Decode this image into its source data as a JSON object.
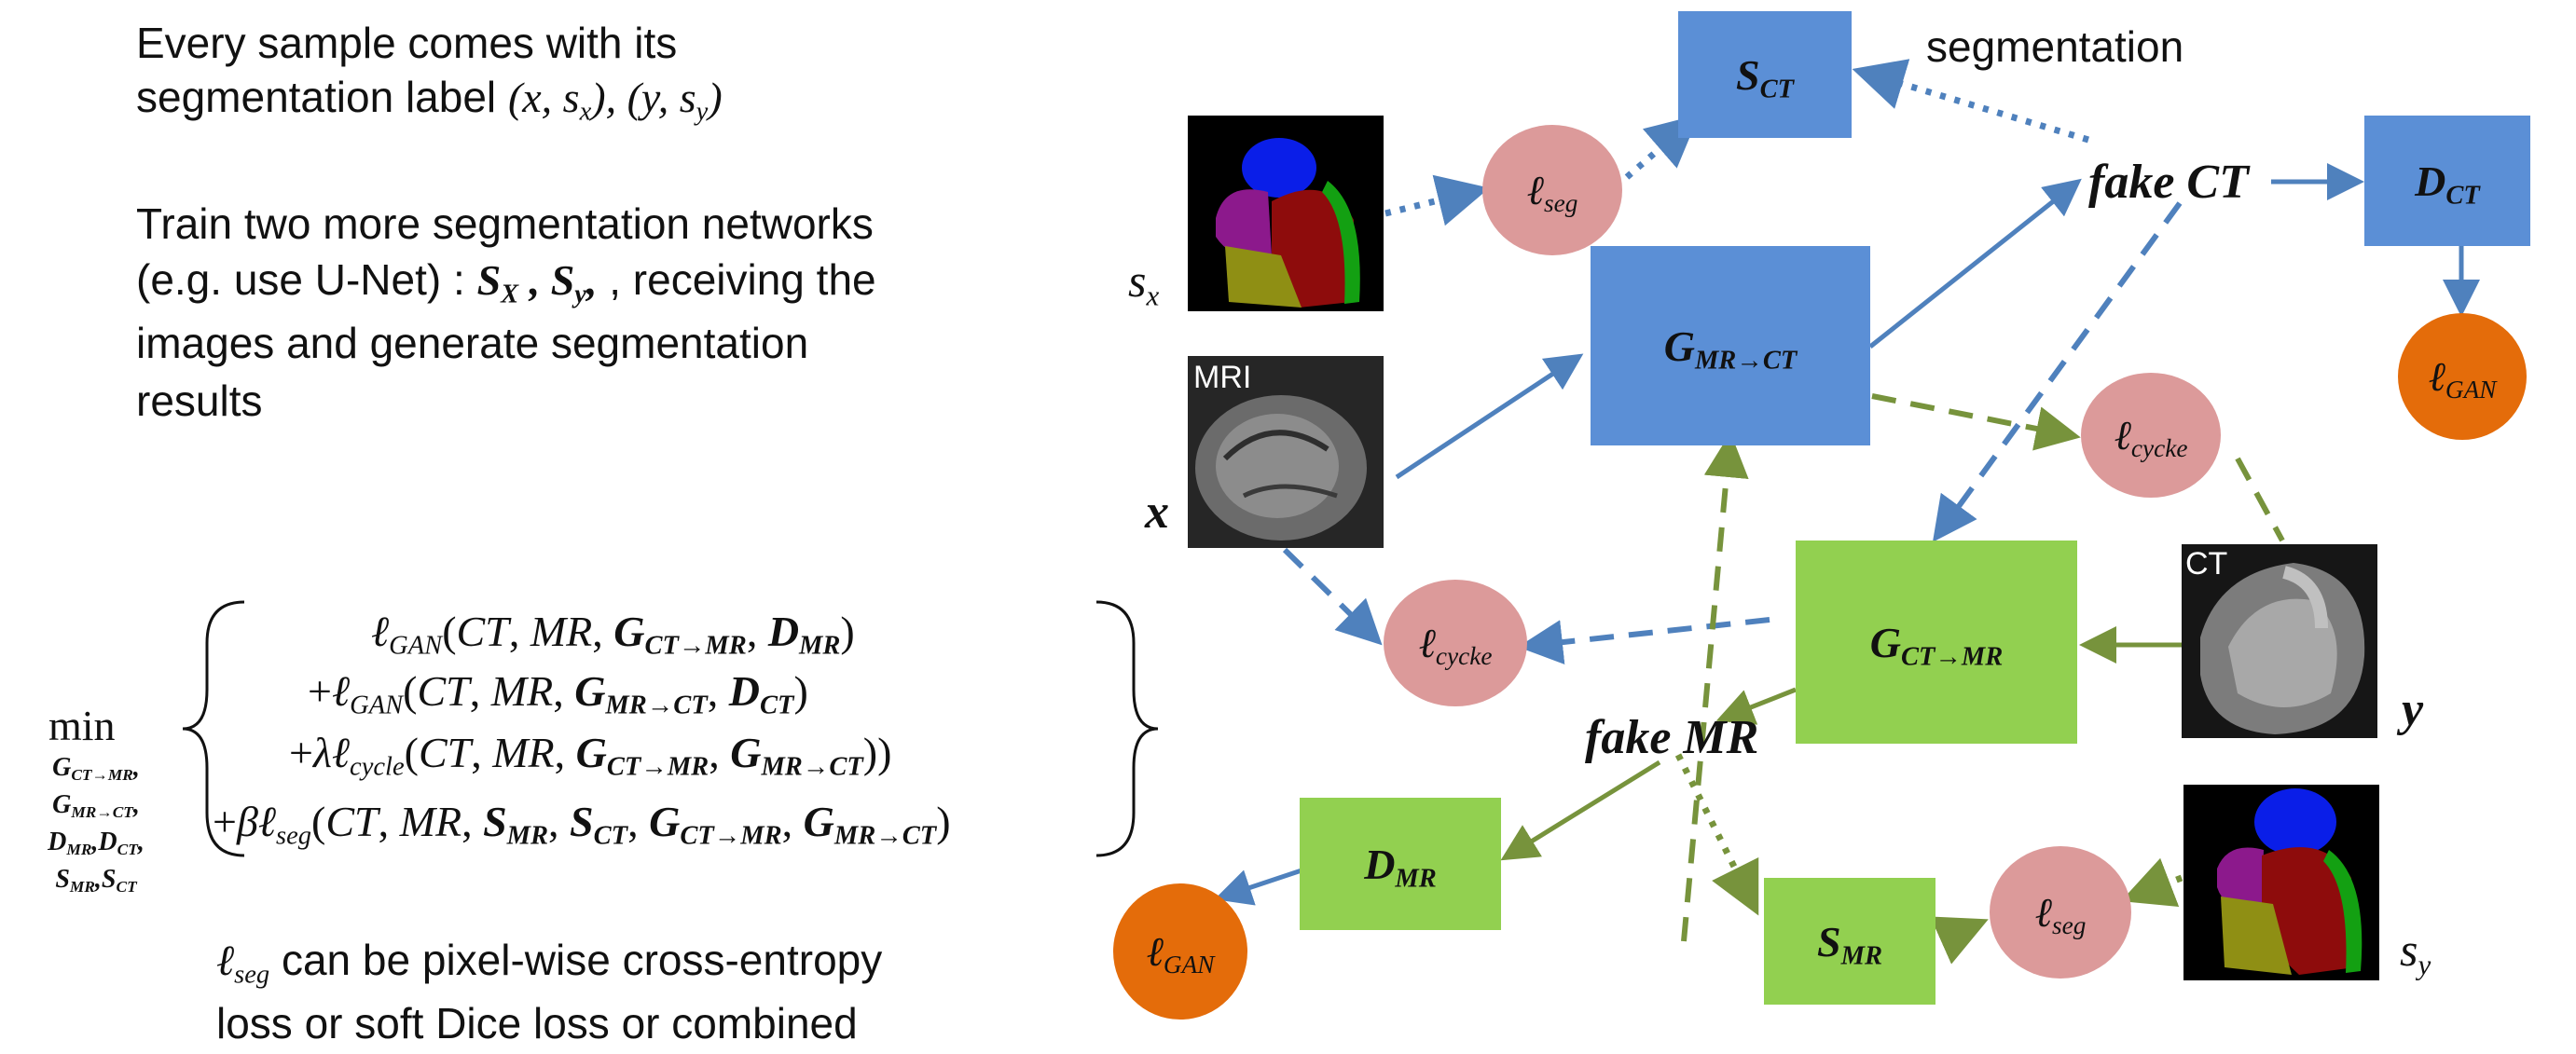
{
  "left_text": {
    "para1_line1": "Every sample comes with its",
    "para1_line2": "segmentation label",
    "para1_math": "(x, s_x), (y, s_y)",
    "para2_line1": "Train two more segmentation networks",
    "para2_line2_prefix": "(e.g. use U-Net) :",
    "para2_line2_suffix": ", receiving the",
    "para2_line3": "images and generate segmentation",
    "para2_line4": "results",
    "note_line1": "can be pixel-wise cross-entropy",
    "note_line2": "loss or soft Dice loss or combined"
  },
  "objective": {
    "min": "min",
    "min_sub_lines": [
      "G_{CT→MR},",
      "G_{MR→CT},",
      "D_{MR},D_{CT},",
      "S_{MR},S_{CT}"
    ],
    "terms": [
      "ℓ_GAN(CT, MR, G_CT→MR, D_MR)",
      "+ℓ_GAN(CT, MR, G_MR→CT, D_CT)",
      "+λℓ_cycle(CT, MR, G_CT→MR, G_MR→CT))",
      "+βℓ_seg(CT, MR, S_MR, S_CT, G_CT→MR, G_MR→CT)"
    ]
  },
  "diagram": {
    "segmentation_label": "segmentation",
    "fake_ct": "fake CT",
    "fake_mr": "fake MR",
    "mri_tag": "MRI",
    "ct_tag": "CT",
    "x_label": "x",
    "y_label": "y",
    "nodes": {
      "s_ct": "S_CT",
      "d_ct": "D_CT",
      "g_mr_ct": "G_MR→CT",
      "g_ct_mr": "G_CT→MR",
      "d_mr": "D_MR",
      "s_mr": "S_MR"
    },
    "losses": {
      "seg": "ℓ_seg",
      "cycke": "ℓ_cycke",
      "gan": "ℓ_GAN"
    }
  },
  "colors": {
    "blue_box": "#5b8fd6",
    "green_box": "#92d050",
    "pink_loss": "#dc9a9a",
    "orange_loss": "#e46c0a",
    "blue_arrow": "#4f81bd",
    "green_arrow": "#77933c"
  }
}
